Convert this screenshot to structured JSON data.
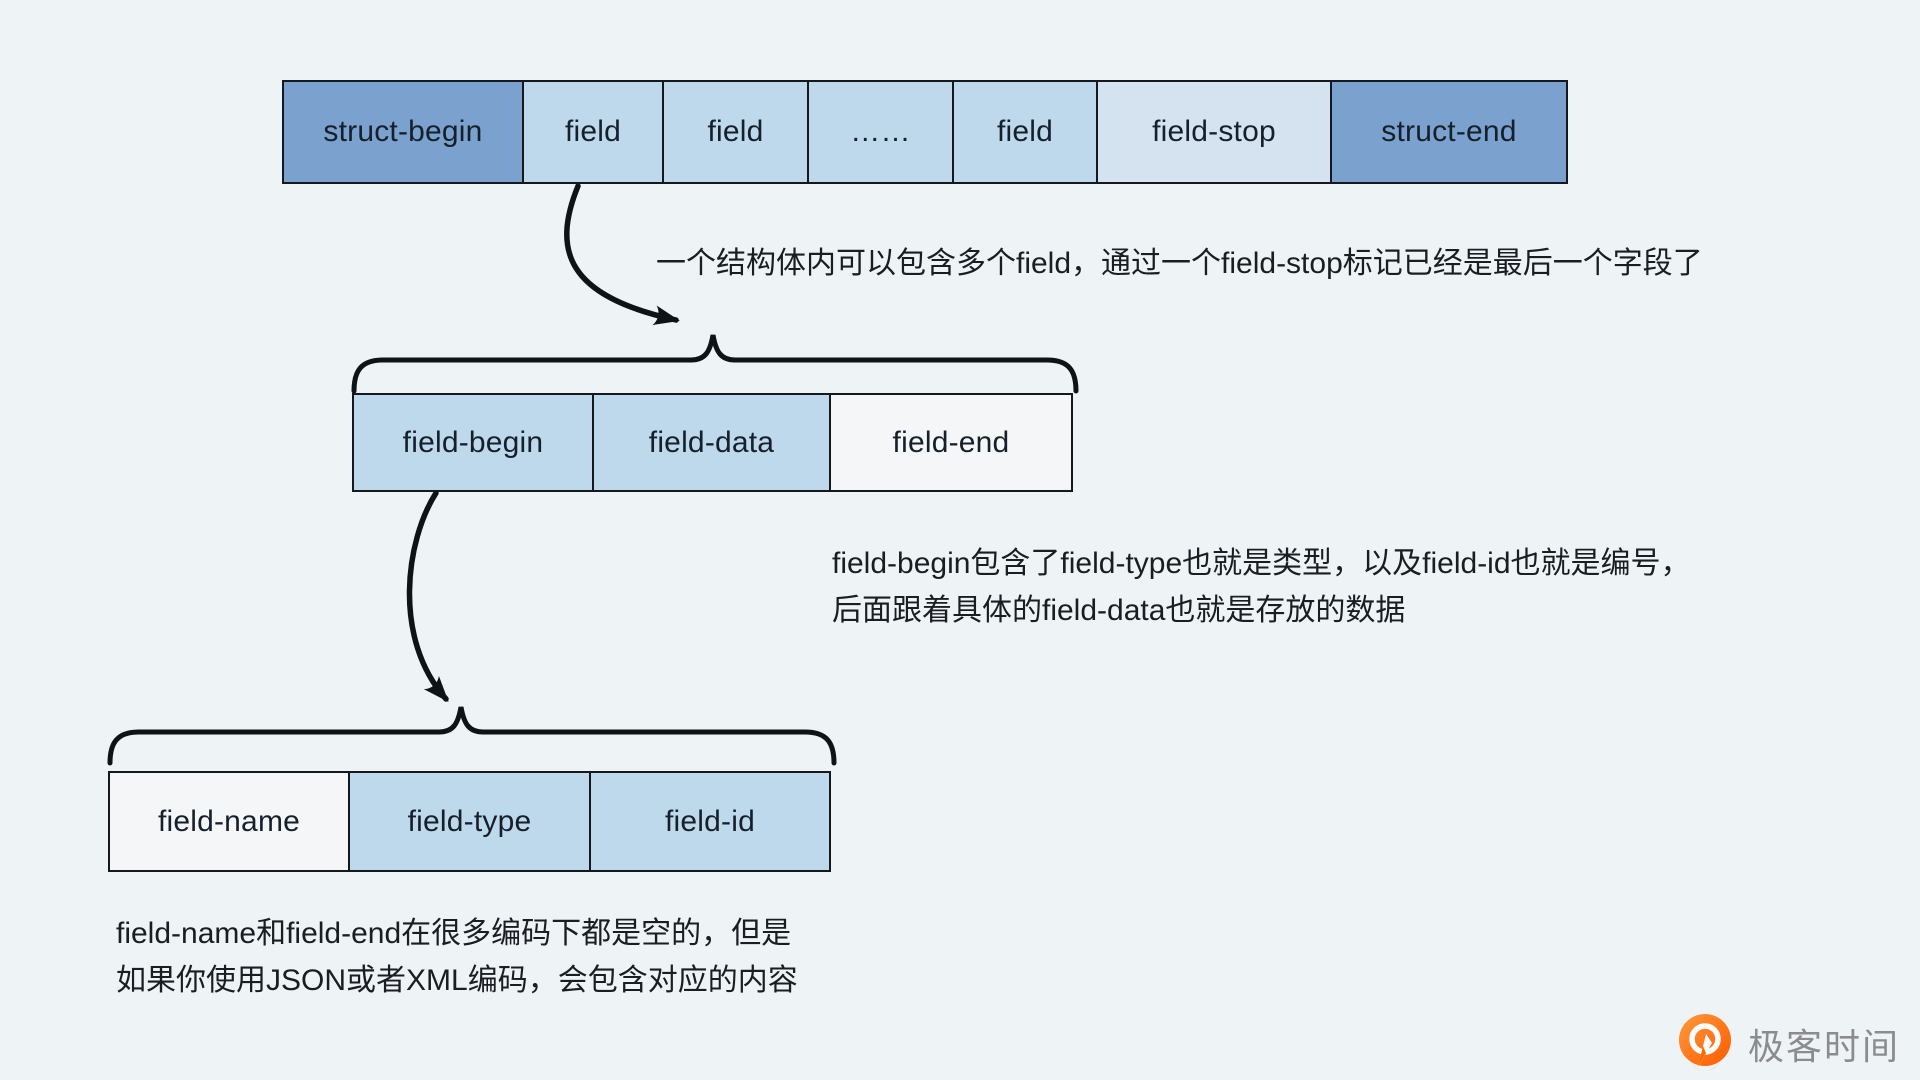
{
  "page": {
    "background_color": "#eef3f6",
    "description": "Thrift struct encoding diagram"
  },
  "colors": {
    "box_dark_blue": "#7ba1ce",
    "box_light_blue": "#bed8ec",
    "box_lighter_blue": "#d5e3f1",
    "box_white": "#f4f6f8",
    "stroke": "#15181c",
    "logo_orange": "#ff6a00",
    "logo_text_gray": "#8c8c90"
  },
  "diagram": {
    "struct_row": {
      "cells": [
        {
          "label": "struct-begin",
          "variant": "dark-blue"
        },
        {
          "label": "field",
          "variant": "light-blue"
        },
        {
          "label": "field",
          "variant": "light-blue"
        },
        {
          "label": "……",
          "variant": "light-blue"
        },
        {
          "label": "field",
          "variant": "light-blue"
        },
        {
          "label": "field-stop",
          "variant": "lighter-blue"
        },
        {
          "label": "struct-end",
          "variant": "dark-blue"
        }
      ]
    },
    "field_row": {
      "cells": [
        {
          "label": "field-begin",
          "variant": "light-blue"
        },
        {
          "label": "field-data",
          "variant": "light-blue"
        },
        {
          "label": "field-end",
          "variant": "white"
        }
      ]
    },
    "field_begin_row": {
      "cells": [
        {
          "label": "field-name",
          "variant": "white"
        },
        {
          "label": "field-type",
          "variant": "light-blue"
        },
        {
          "label": "field-id",
          "variant": "light-blue"
        }
      ]
    },
    "annotations": {
      "struct_note": "一个结构体内可以包含多个field，通过一个field-stop标记已经是最后一个字段了",
      "field_note_line1": "field-begin包含了field-type也就是类型，以及field-id也就是编号，",
      "field_note_line2": "后面跟着具体的field-data也就是存放的数据",
      "name_note_line1": "field-name和field-end在很多编码下都是空的，但是",
      "name_note_line2": "如果你使用JSON或者XML编码，会包含对应的内容"
    }
  },
  "logo": {
    "text": "极客时间",
    "icon": "geektime-logo-icon"
  }
}
